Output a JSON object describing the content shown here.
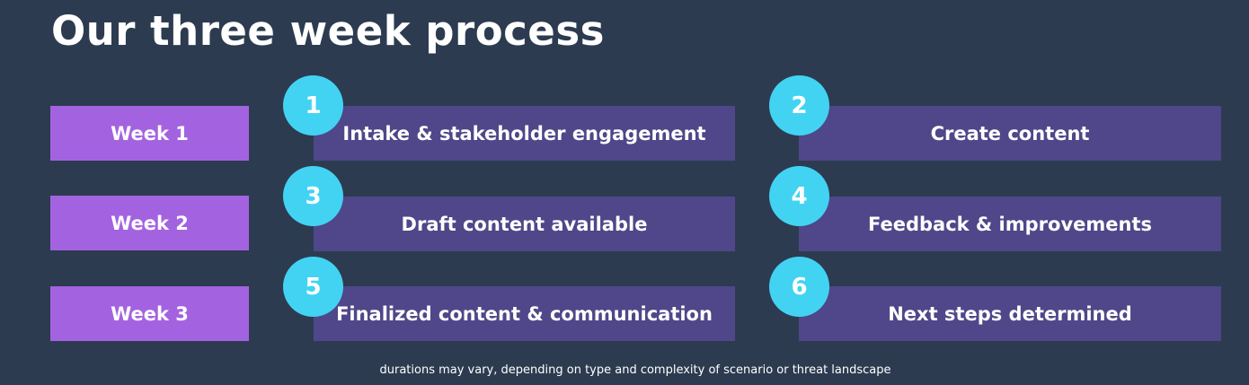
{
  "title": "Our three week process",
  "weeks": [
    {
      "label": "Week 1"
    },
    {
      "label": "Week 2"
    },
    {
      "label": "Week 3"
    }
  ],
  "steps": [
    {
      "number": "1",
      "label": "Intake & stakeholder engagement"
    },
    {
      "number": "2",
      "label": "Create content"
    },
    {
      "number": "3",
      "label": "Draft content available"
    },
    {
      "number": "4",
      "label": "Feedback & improvements"
    },
    {
      "number": "5",
      "label": "Finalized content & communication"
    },
    {
      "number": "6",
      "label": "Next steps determined"
    }
  ],
  "footnote": "durations may vary, depending on type and complexity of scenario or threat landscape",
  "colors": {
    "background": "#2d3b50",
    "week_box": "#a363e0",
    "step_box": "#4f4789",
    "badge": "#42d3f3",
    "text": "#ffffff"
  }
}
